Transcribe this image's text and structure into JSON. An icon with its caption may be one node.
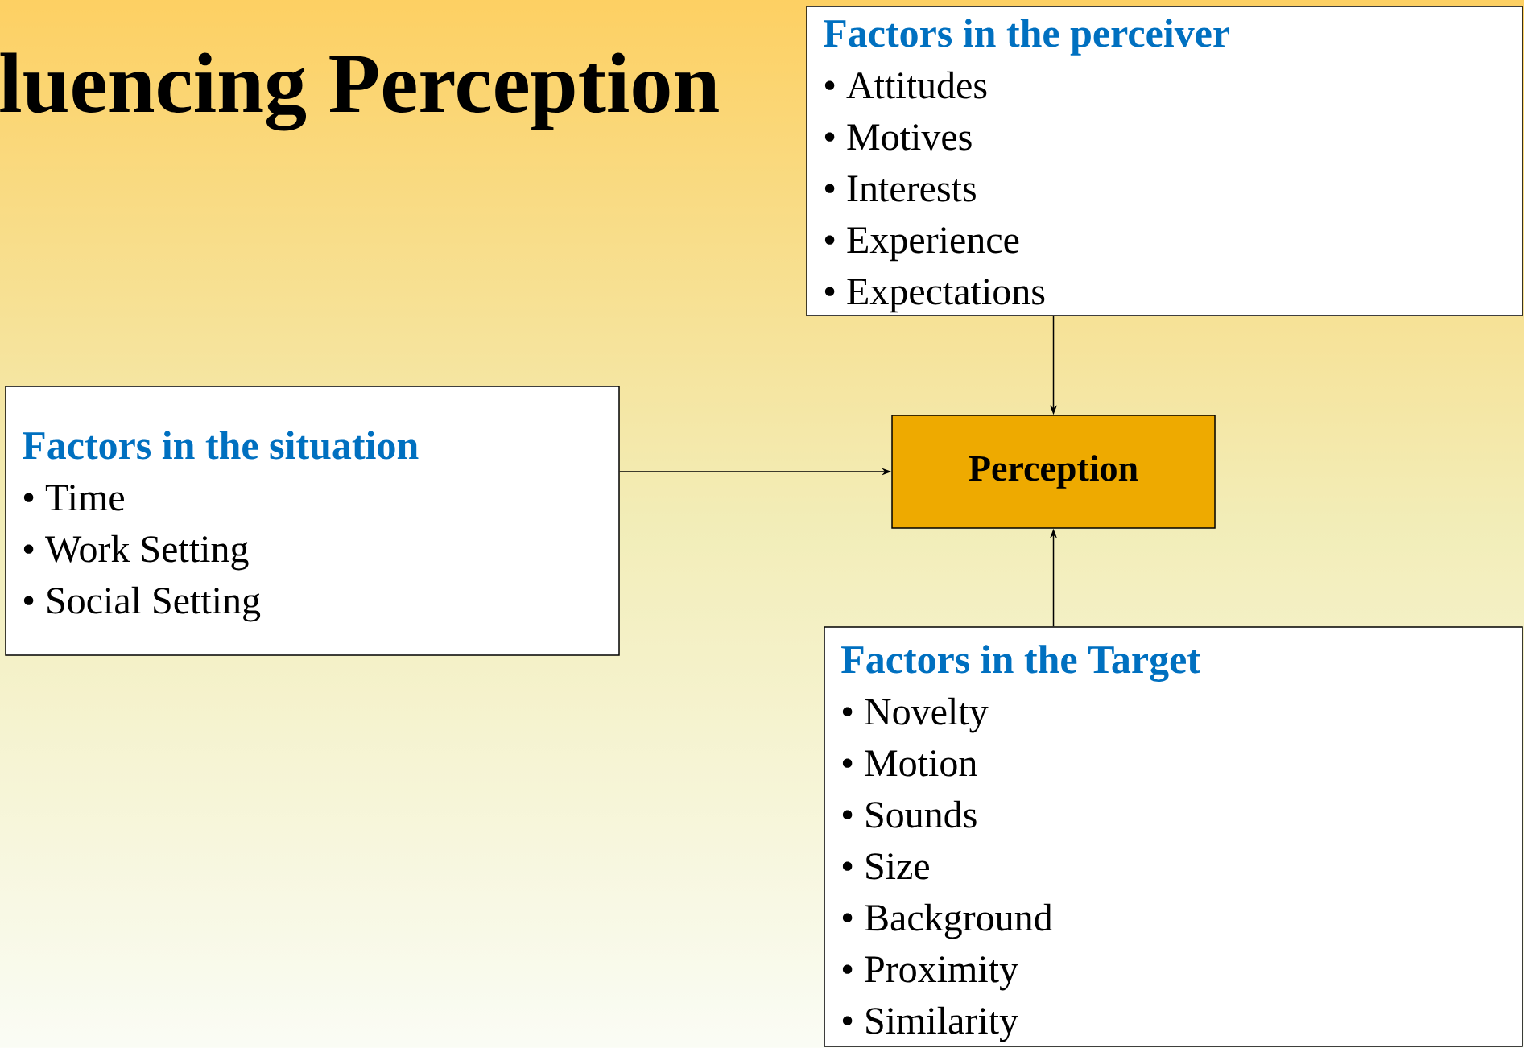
{
  "diagram": {
    "title": "luencing Perception",
    "nodes": [
      {
        "text": [
          "Factors in the perceiver",
          "• Attitudes",
          "• Motives",
          "• Interests",
          "• Experience",
          "• Expectations"
        ]
      },
      {
        "text": [
          "Factors in the situation",
          "• Time",
          "• Work Setting",
          "• Social Setting"
        ]
      },
      {
        "text": [
          "Perception"
        ]
      },
      {
        "text": [
          "Factors in the Target",
          "• Novelty",
          "• Motion",
          "• Sounds",
          "• Size",
          "• Background",
          "• Proximity",
          "• Similarity"
        ]
      }
    ],
    "edges": [
      {
        "from": 0,
        "to": 2,
        "arrow": "to"
      },
      {
        "from": 1,
        "to": 2,
        "arrow": "to"
      },
      {
        "from": 3,
        "to": 2,
        "arrow": "to"
      }
    ]
  }
}
